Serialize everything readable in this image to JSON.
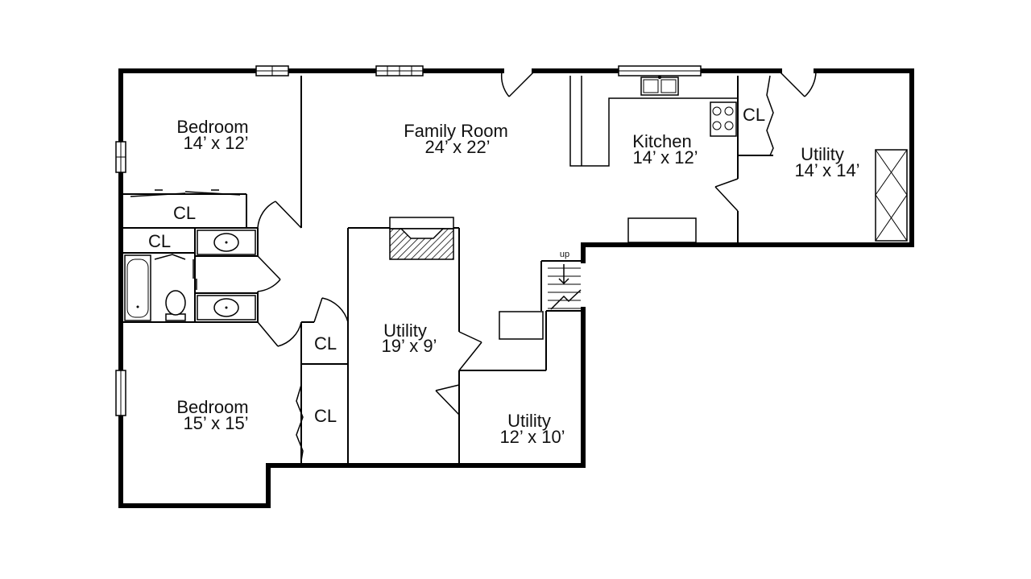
{
  "rooms": {
    "bedroom_top": {
      "name": "Bedroom",
      "size": "14’ x 12’"
    },
    "family_room": {
      "name": "Family Room",
      "size": "24’ x 22’"
    },
    "kitchen": {
      "name": "Kitchen",
      "size": "14’ x 12’"
    },
    "utility_right": {
      "name": "Utility",
      "size": "14’ x 14’"
    },
    "utility_center": {
      "name": "Utility",
      "size": "19’ x 9’"
    },
    "utility_small": {
      "name": "Utility",
      "size": "12’ x 10’"
    },
    "bedroom_bottom": {
      "name": "Bedroom",
      "size": "15’ x 15’"
    }
  },
  "closets": {
    "bedroom_top": "CL",
    "bath": "CL",
    "kitchen": "CL",
    "hall": "CL",
    "bedroom_bottom": "CL"
  },
  "stairs": {
    "label": "up"
  }
}
